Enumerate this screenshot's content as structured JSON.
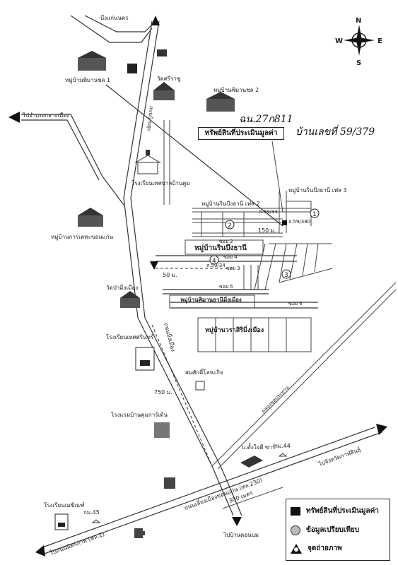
{
  "north_arrow": {
    "n": "N",
    "s": "S",
    "e": "E",
    "w": "W"
  },
  "legend": {
    "property": "ทรัพย์สินที่ประเมินมูลค่า",
    "comparable": "ข้อมูลเปรียบเทียบ",
    "photo_point": "จุดถ่ายภาพ"
  },
  "subject_box": "ทรัพย์สินที่ประเมินมูลค่า",
  "handwritten": {
    "deed": "ฉน.27ก811",
    "house_no": "บ้านเลขที่ 59/379"
  },
  "labels": {
    "bueng": "บึงแก่นนคร",
    "village_pimansiri1": "หมู่บ้านพิมานชล 1",
    "village_pimansiri2": "หมู่บ้านพิมานชล 2",
    "wat_sri": "วัดศรีราชู",
    "to_city": "ไปอำเภอกลางเมือง",
    "school_tessaban": "โรงเรียนเทศบาลบ้านตูม",
    "village_kheha": "หมู่บ้านการเคหะขอนแก่น",
    "village_rin3": "หมู่บ้านรินบึงธานี เฟส 3",
    "village_rin2": "หมู่บ้านรินบึงธานี เฟส 2",
    "village_rin": "หมู่บ้านรินบึงธานี",
    "village_piman_muang": "หมู่บ้านพิมานธานีมิ่งเมือง",
    "village_sathaphorn": "หมู่บ้านวราสิริมิ่งเมือง",
    "wat_ming": "วัดป่ามิ่งเมือง",
    "school_tessarin": "โรงเรียนเทศศรินทร์",
    "somsak": "สมศักดิ์โลหะกิจ",
    "hotel": "โรงแรมบ้านคุมการ์เด้น",
    "canal": "คลองชลประทาน",
    "to_kalasin": "ไปจังหวัดกาฬสินธุ์",
    "road_main": "ถนนเลี่ยงเมืองขอนแก่น (ทล.230)",
    "to_mittraphap": "ไปถนนมิตรภาพ (ทล.2)",
    "to_donbom": "ไปบ้านดอนบม",
    "school_pathumruk": "โรงเรียนเมฆิณฑ์",
    "km44": "กม.44",
    "km45": "กม.45",
    "company": "บ.ตั้งใจดี ซาร์",
    "road_mittra": "ถนนมิ่งเมือง",
    "road_label_1": "ถนนบ้านตูม",
    "dist_50": "50 ม.",
    "dist_150": "150 ม.",
    "dist_750": "750 ม.",
    "dist_300": "300 เมตร",
    "soi2": "ซอย 2",
    "soi3": "ซอย 3",
    "soi4": "ซอย 4",
    "soi5": "ซอย 5",
    "soi6": "ซอย 6",
    "plot1": "ส.59/34",
    "plot2": "ส.59/380",
    "plot3": "ส.59/34",
    "num1": "1",
    "num2": "2",
    "num3": "3",
    "num4": "4"
  },
  "colors": {
    "ink": "#222222",
    "accent": "#111111",
    "bg": "#ffffff"
  }
}
